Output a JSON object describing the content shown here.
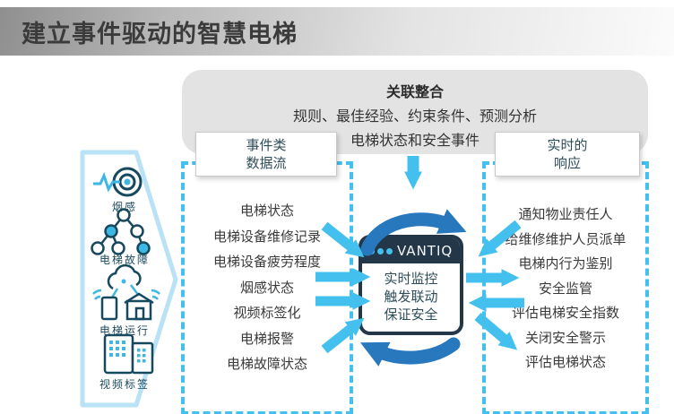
{
  "title": "建立事件驱动的智慧电梯",
  "integration_box": {
    "title": "关联整合",
    "line1": "规则、最佳经验、约束条件、预测分析",
    "line2": "电梯状态和安全事件"
  },
  "left_label": {
    "line1": "事件类",
    "line2": "数据流"
  },
  "right_label": {
    "line1": "实时的",
    "line2": "响应"
  },
  "sources": {
    "items": [
      {
        "icon": "smoke-sensor-icon",
        "label": "烟感"
      },
      {
        "icon": "elevator-fault-icon",
        "label": "电梯故障"
      },
      {
        "icon": "elevator-running-icon",
        "label": "电梯运行"
      },
      {
        "icon": "video-tag-icon",
        "label": "视频标签"
      }
    ]
  },
  "event_list": {
    "items": [
      "电梯状态",
      "电梯设备维修记录",
      "电梯设备疲劳程度",
      "烟感状态",
      "视频标签化",
      "电梯报警",
      "电梯故障状态"
    ]
  },
  "response_list": {
    "items": [
      "通知物业责任人",
      "给维修维护人员派单",
      "电梯内行为鉴别",
      "安全监管",
      "评估电梯安全指数",
      "关闭安全警示",
      "评估电梯状态"
    ]
  },
  "platform": {
    "logo": "VANTIQ",
    "lines": [
      "实时监控",
      "触发联动",
      "保证安全"
    ]
  },
  "colors": {
    "accent_light_blue": "#44c0ef",
    "accent_dark_blue": "#2878be",
    "brand_dark": "#233748",
    "chevron_outline": "#b9e2f6",
    "box_gray": "#e3e3e4",
    "text_teal": "#2e4d5a"
  }
}
